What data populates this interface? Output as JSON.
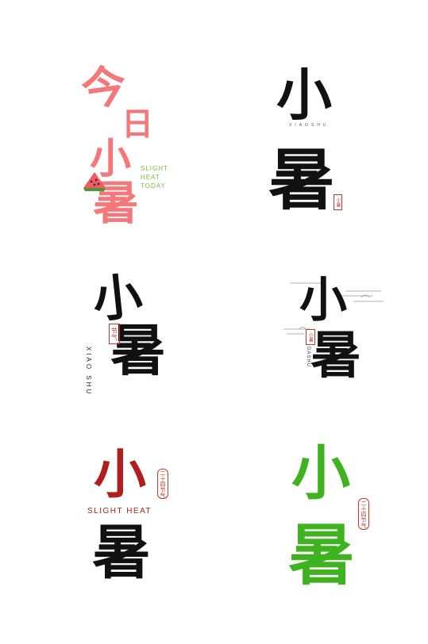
{
  "tile1": {
    "chars": [
      "今",
      "日",
      "小",
      "暑"
    ],
    "english": [
      "SLIGHT",
      "HEAT",
      "TODAY"
    ],
    "color": "#f4777a",
    "english_color": "#7dbb3a",
    "icon": "watermelon-icon"
  },
  "tile2": {
    "chars": [
      "小",
      "暑"
    ],
    "pinyin": "XIAOSHU",
    "seal": "小暑",
    "color": "#111111"
  },
  "tile3": {
    "chars": [
      "小",
      "暑"
    ],
    "seal": "节气",
    "pinyin": "XIAO SHU",
    "color": "#111111"
  },
  "tile4": {
    "chars": [
      "小",
      "暑"
    ],
    "seal": "小暑",
    "pinyin": "DASHU",
    "color": "#111111"
  },
  "tile5": {
    "chars": [
      "小",
      "暑"
    ],
    "english": "SLIGHT HEAT",
    "seal": "二十四节气",
    "color_top": "#b01e1e",
    "color_bottom": "#111111"
  },
  "tile6": {
    "chars": [
      "小",
      "暑"
    ],
    "seal": "二十四节气",
    "color": "#3fb21f"
  },
  "colors": {
    "seal_red": "#c0392b",
    "background": "#ffffff"
  }
}
